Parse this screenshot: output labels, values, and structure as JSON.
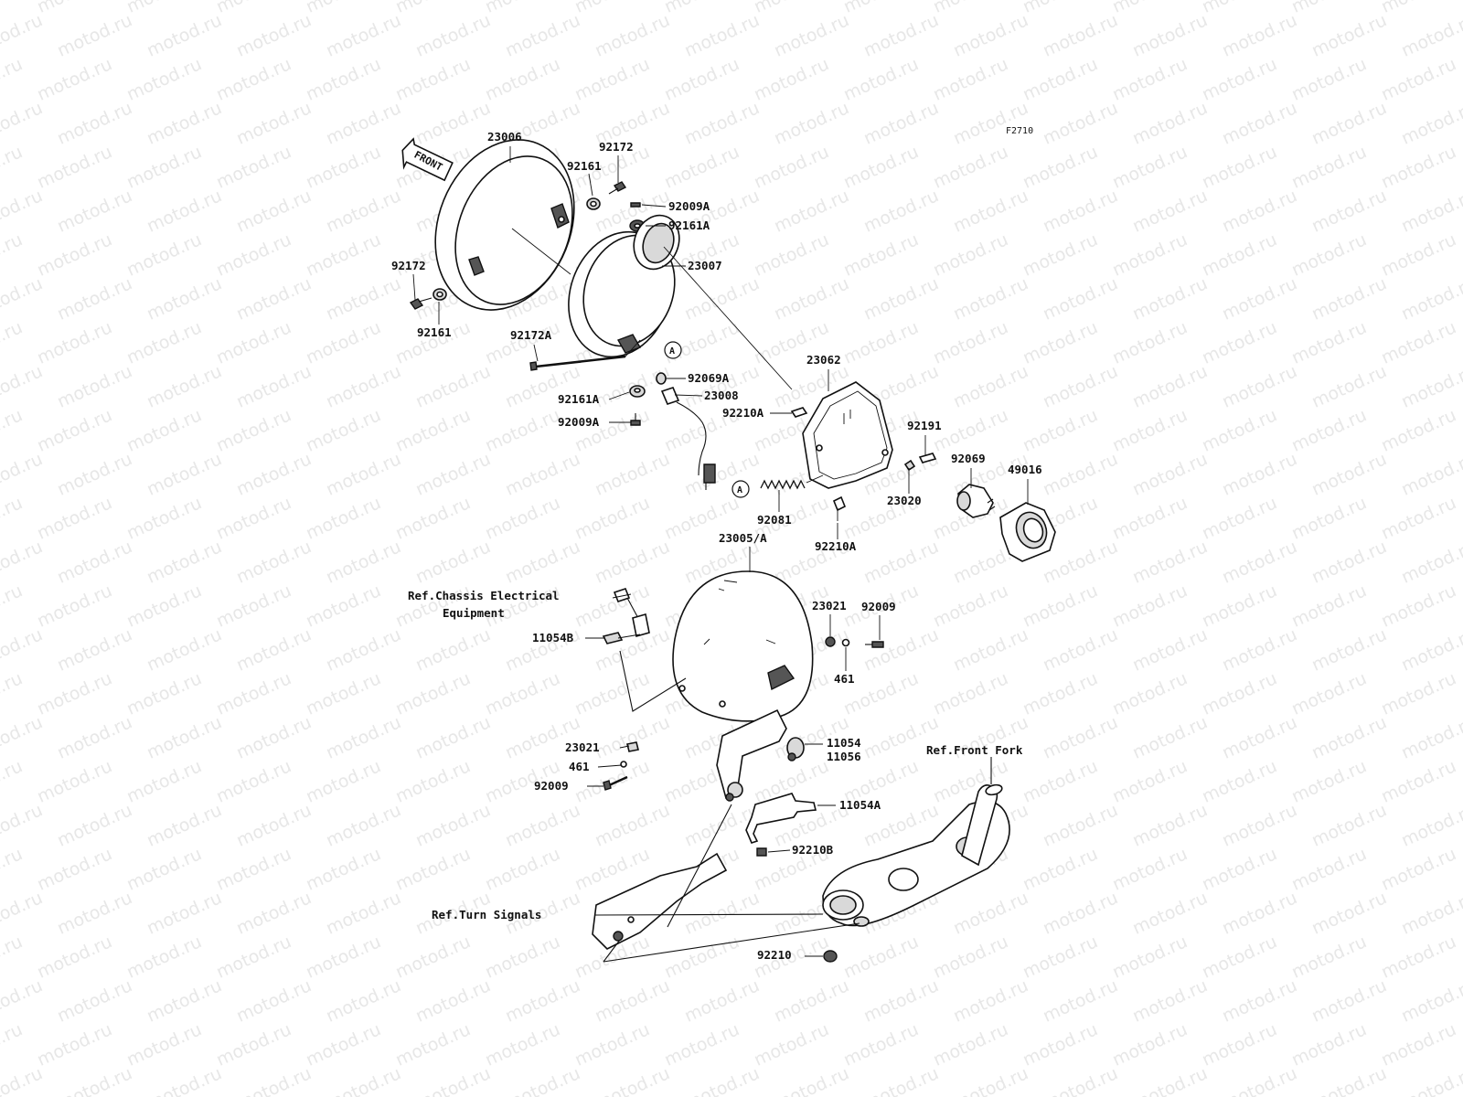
{
  "diagram": {
    "code": "F2710",
    "front_label": "FRONT",
    "refs": {
      "chassis": "Ref.Chassis Electrical Equipment",
      "front_fork": "Ref.Front Fork",
      "turn_signals": "Ref.Turn Signals"
    },
    "markers": [
      "A",
      "A"
    ],
    "parts": [
      "23006",
      "92172",
      "92161",
      "92009A",
      "92161A",
      "23007",
      "92172",
      "92161",
      "92172A",
      "92069A",
      "92161A",
      "23008",
      "92009A",
      "23062",
      "92210A",
      "92191",
      "92069",
      "49016",
      "92081",
      "23020",
      "92210A",
      "23005/A",
      "23021",
      "92009",
      "11054B",
      "461",
      "23021",
      "11054",
      "11056",
      "461",
      "92009",
      "11054A",
      "92210B",
      "92210"
    ]
  }
}
